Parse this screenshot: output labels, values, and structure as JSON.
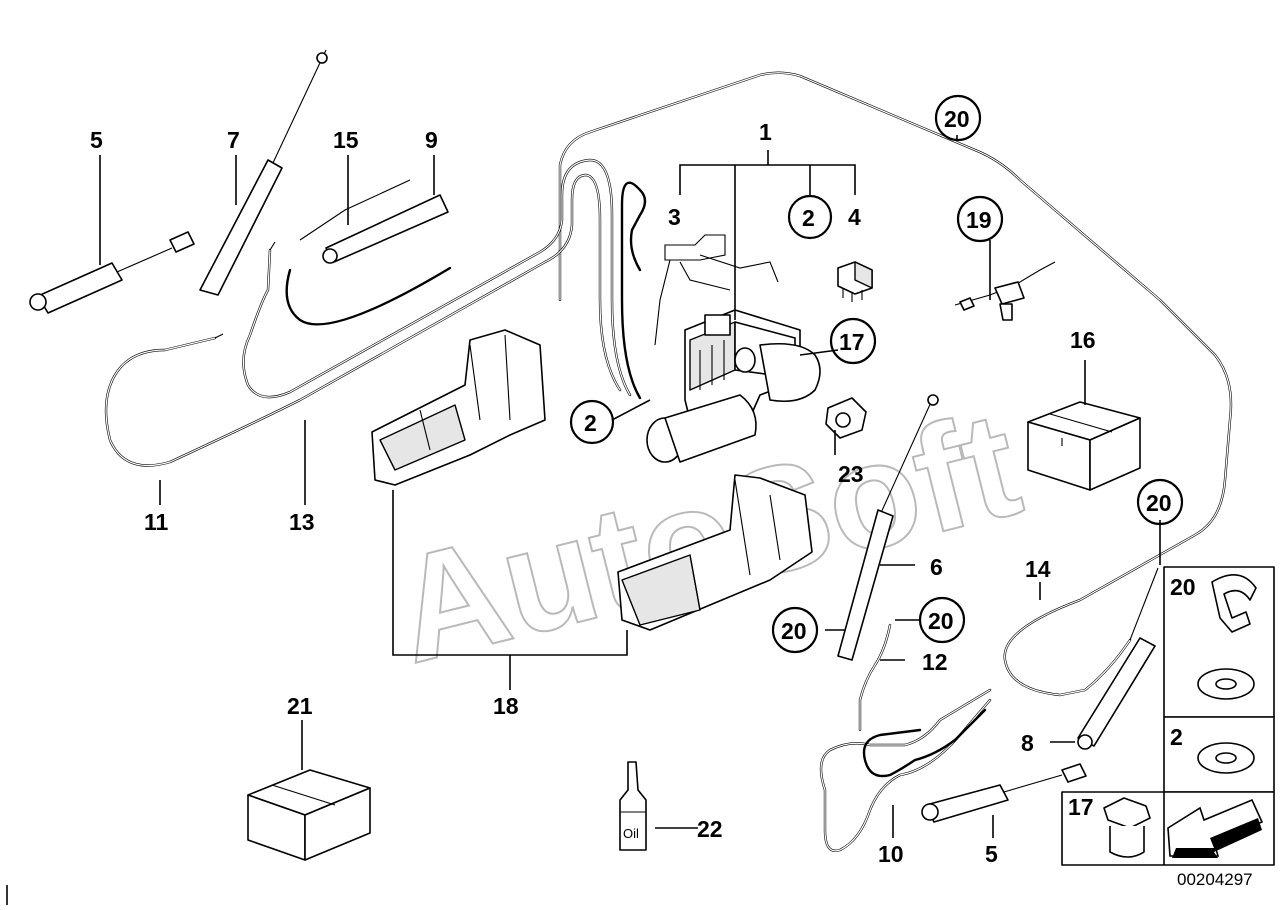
{
  "diagram": {
    "document_id": "00204297",
    "watermark": "AutoSoft",
    "oil_marking": "Oil",
    "callouts": [
      {
        "id": "c1",
        "label": "1",
        "circled": false
      },
      {
        "id": "c2a",
        "label": "2",
        "circled": true
      },
      {
        "id": "c2b",
        "label": "2",
        "circled": true
      },
      {
        "id": "c3",
        "label": "3",
        "circled": false
      },
      {
        "id": "c4",
        "label": "4",
        "circled": false
      },
      {
        "id": "c5a",
        "label": "5",
        "circled": false
      },
      {
        "id": "c5b",
        "label": "5",
        "circled": false
      },
      {
        "id": "c6",
        "label": "6",
        "circled": false
      },
      {
        "id": "c7",
        "label": "7",
        "circled": false
      },
      {
        "id": "c8",
        "label": "8",
        "circled": false
      },
      {
        "id": "c9",
        "label": "9",
        "circled": false
      },
      {
        "id": "c10",
        "label": "10",
        "circled": false
      },
      {
        "id": "c11",
        "label": "11",
        "circled": false
      },
      {
        "id": "c12",
        "label": "12",
        "circled": false
      },
      {
        "id": "c13",
        "label": "13",
        "circled": false
      },
      {
        "id": "c14",
        "label": "14",
        "circled": false
      },
      {
        "id": "c15",
        "label": "15",
        "circled": false
      },
      {
        "id": "c16",
        "label": "16",
        "circled": false
      },
      {
        "id": "c17a",
        "label": "17",
        "circled": true
      },
      {
        "id": "c18",
        "label": "18",
        "circled": false
      },
      {
        "id": "c19",
        "label": "19",
        "circled": true
      },
      {
        "id": "c20a",
        "label": "20",
        "circled": true
      },
      {
        "id": "c20b",
        "label": "20",
        "circled": true
      },
      {
        "id": "c20c",
        "label": "20",
        "circled": true
      },
      {
        "id": "c20d",
        "label": "20",
        "circled": true
      },
      {
        "id": "c21",
        "label": "21",
        "circled": false
      },
      {
        "id": "c22",
        "label": "22",
        "circled": false
      },
      {
        "id": "c23",
        "label": "23",
        "circled": false
      }
    ],
    "legend_panel": [
      {
        "id": "l20",
        "label": "20"
      },
      {
        "id": "l2",
        "label": "2"
      },
      {
        "id": "l17",
        "label": "17"
      }
    ]
  }
}
